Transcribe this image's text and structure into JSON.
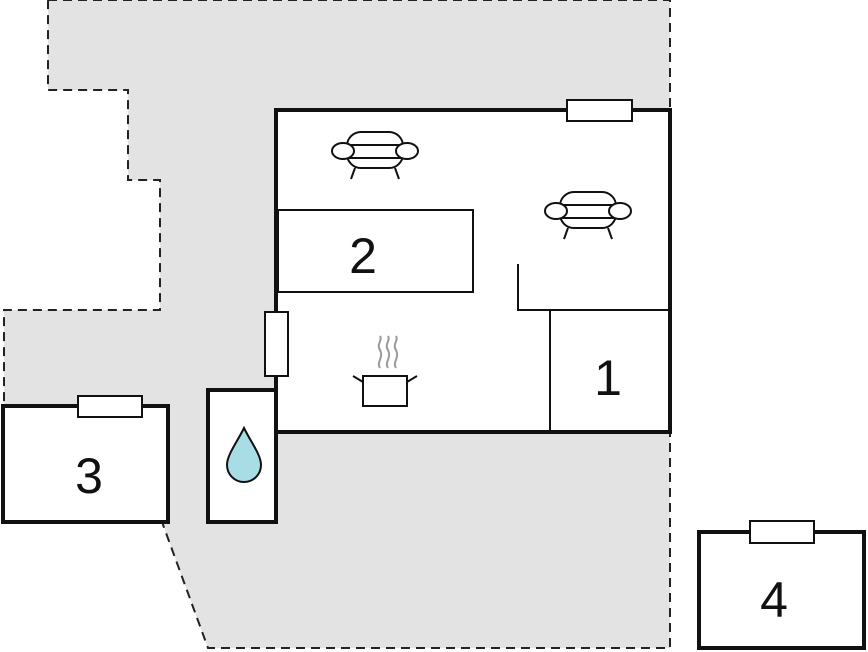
{
  "plan": {
    "colors": {
      "plot_fill": "#e3e3e3",
      "plot_outline": "#222222",
      "wall": "#111111",
      "room_fill": "#ffffff",
      "water_drop": "#a8dde6",
      "steam": "#9a9a9a"
    },
    "rooms": [
      {
        "id": "room-1",
        "label": "1"
      },
      {
        "id": "room-2",
        "label": "2"
      },
      {
        "id": "room-3",
        "label": "3"
      },
      {
        "id": "room-4",
        "label": "4"
      }
    ],
    "icons": [
      "sofa-icon",
      "sofa-icon",
      "cooking-pot-icon",
      "water-drop-icon",
      "window-icon"
    ]
  }
}
